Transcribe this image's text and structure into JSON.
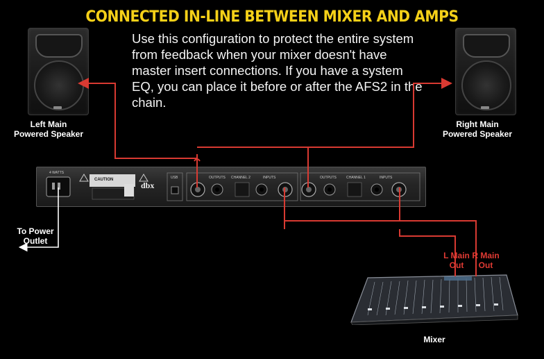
{
  "title": "CONNECTED IN-LINE BETWEEN MIXER AND AMPS",
  "description": "Use this configuration to protect the entire system from feedback when your mixer doesn't have master insert connections. If you have a system EQ, you can place it before or after the AFS2 in the chain.",
  "speakers": {
    "left": {
      "line1": "Left Main",
      "line2": "Powered Speaker"
    },
    "right": {
      "line1": "Right Main",
      "line2": "Powered Speaker"
    }
  },
  "power": {
    "line1": "To Power",
    "line2": "Outlet"
  },
  "mixer": {
    "label": "Mixer",
    "outputs": {
      "left": {
        "line1": "L Main",
        "line2": "Out"
      },
      "right": {
        "line1": "R Main",
        "line2": "Out"
      }
    }
  },
  "device": {
    "brand": "dbx",
    "caution": "CAUTION",
    "panel_labels": {
      "usb": "USB",
      "outputs": "OUTPUTS",
      "channel2": "CHANNEL 2",
      "inputs": "INPUTS",
      "channel1": "CHANNEL 1",
      "power": "4 WATTS"
    }
  },
  "colors": {
    "background": "#000000",
    "title": "#f5d018",
    "cable": "#d93a32",
    "power_cable": "#ffffff",
    "text": "#ffffff"
  }
}
